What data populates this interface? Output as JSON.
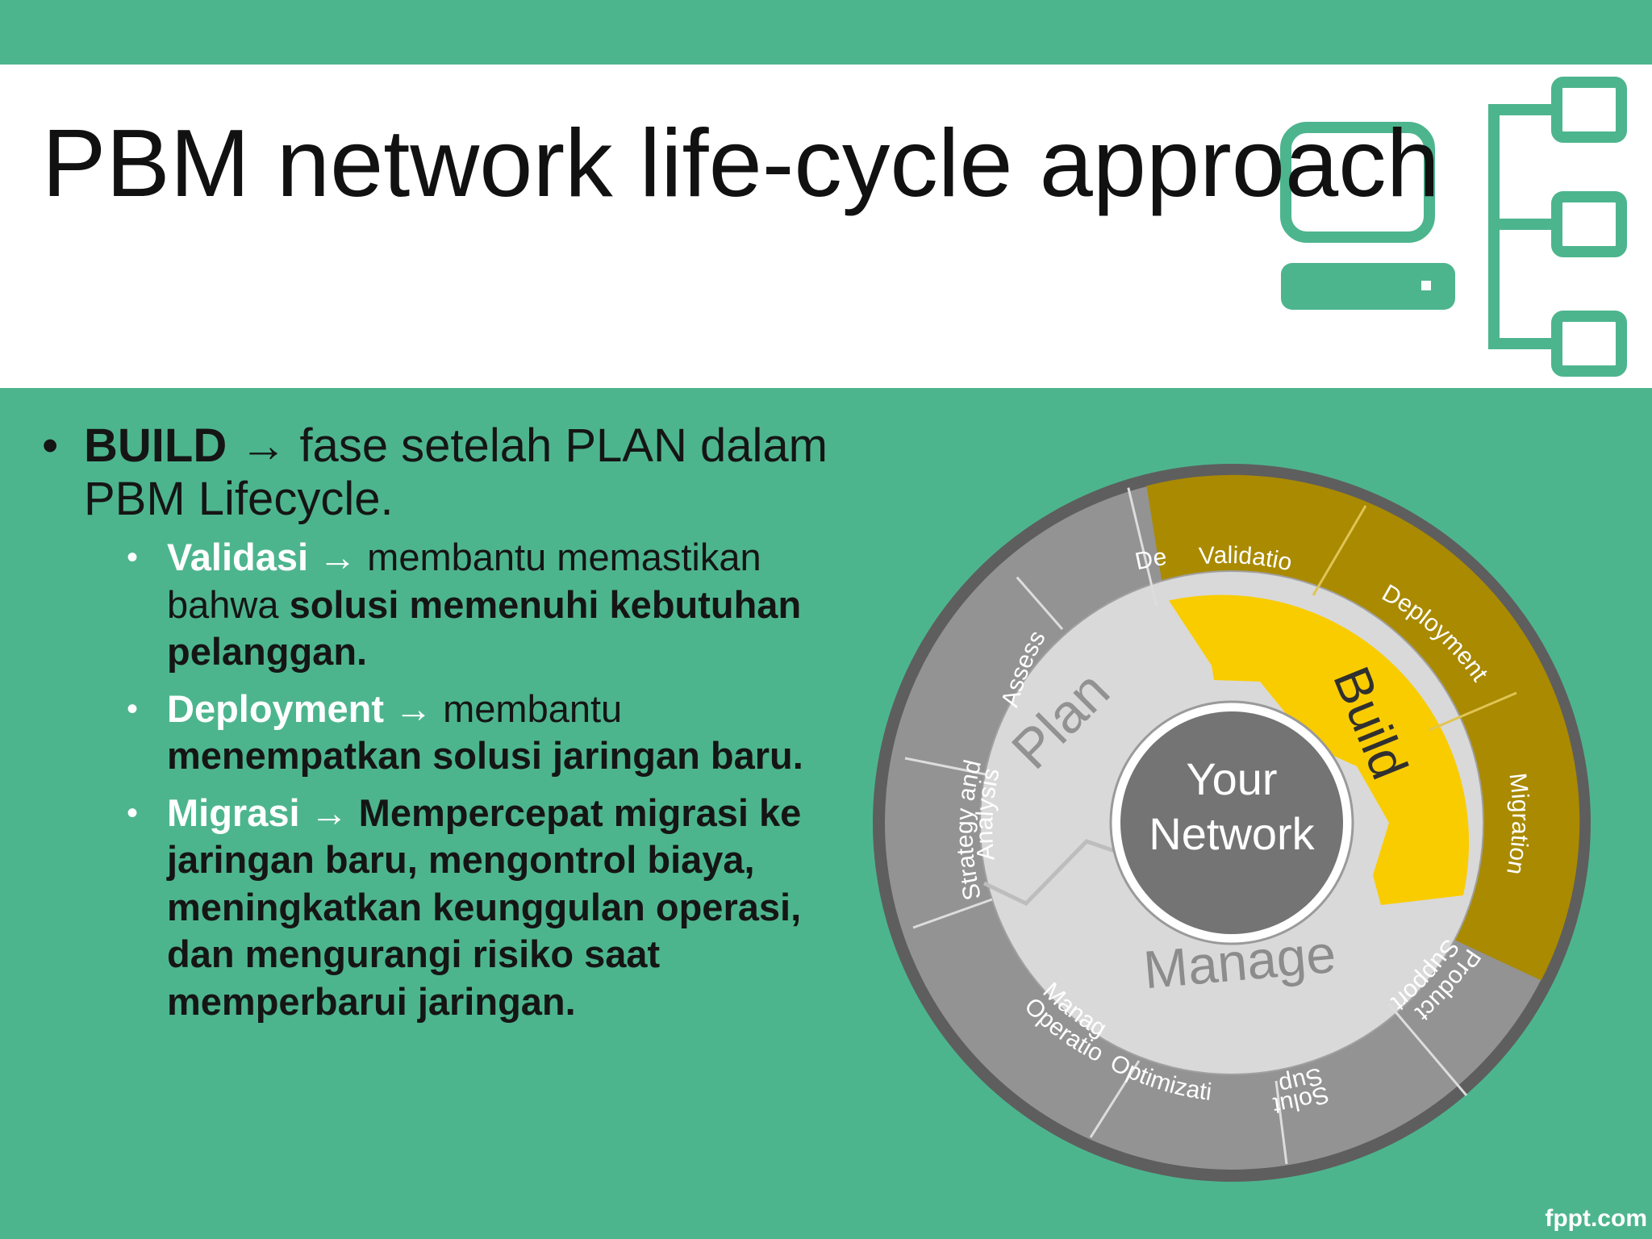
{
  "slide": {
    "title": "PBM network life-cycle approach",
    "colors": {
      "band": "#4db58e",
      "logo_green": "#4db58e",
      "build_gold": "#f9cc00",
      "build_dark_gold": "#a98a00",
      "ring_gray": "#939393",
      "plan_gray": "#d9d9d9",
      "center_gray": "#747474"
    },
    "bullets": {
      "main": {
        "keyword": "BUILD",
        "arrow": "→",
        "text": " fase setelah PLAN dalam PBM Lifecycle."
      },
      "items": [
        {
          "keyword": "Validasi",
          "arrow": "→",
          "normal": " membantu memastikan bahwa ",
          "bold": "solusi memenuhi kebutuhan pelanggan."
        },
        {
          "keyword": "Deployment",
          "arrow": "→",
          "normal": " membantu ",
          "bold": "menempatkan solusi jaringan baru."
        },
        {
          "keyword": "Migrasi",
          "arrow": "→",
          "bold": " Mempercepat migrasi ke jaringan baru, mengontrol biaya, meningkatkan keunggulan operasi, dan mengurangi risiko saat memperbarui jaringan."
        }
      ]
    },
    "diagram": {
      "center_line1": "Your",
      "center_line2": "Network",
      "plan": "Plan",
      "build": "Build",
      "manage": "Manage",
      "ring": {
        "design": "Design",
        "assessment": "Assessment",
        "strategy_line1": "Strategy  and",
        "strategy_line2": "Analysis",
        "validation": "Validation",
        "deployment": "Deployment",
        "migration": "Migration",
        "product_line1": "Product",
        "product_line2": "Support",
        "solution_line1": "Solution",
        "solution_line2": "Support",
        "optimization": "Optimization",
        "operations_line1": "Operations",
        "operations_line2": "Management"
      }
    },
    "footer": "fppt.com"
  }
}
